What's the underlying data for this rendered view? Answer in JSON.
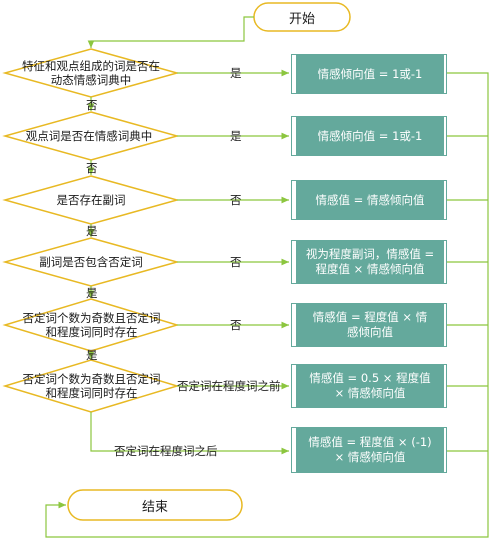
{
  "start": "开始",
  "end": "结束",
  "decisions": [
    "特征和观点组成的词是否在动态情感词典中",
    "观点词是否在情感词典中",
    "是否存在副词",
    "副词是否包含否定词",
    "否定词个数为奇数且否定词和程度词同时存在",
    "否定词个数为奇数且否定词和程度词同时存在"
  ],
  "results": [
    "情感倾向值 = 1或-1",
    "情感倾向值 = 1或-1",
    "情感值 = 情感倾向值",
    "视为程度副词，情感值 = 程度值 × 情感倾向值",
    "情感值 = 程度值 × 情感倾向值",
    "情感值 = 0.5 × 程度值 × 情感倾向值",
    "情感值 = 程度值 × (-1) × 情感倾向值"
  ],
  "edge_labels": {
    "yes": "是",
    "no": "否",
    "before": "否定词在程度词之前",
    "after": "否定词在程度词之后"
  },
  "colors": {
    "line": "#8cc63f",
    "diamond_border": "#e8b923",
    "box_fill": "#64a99c",
    "box_text": "#ffffff"
  }
}
